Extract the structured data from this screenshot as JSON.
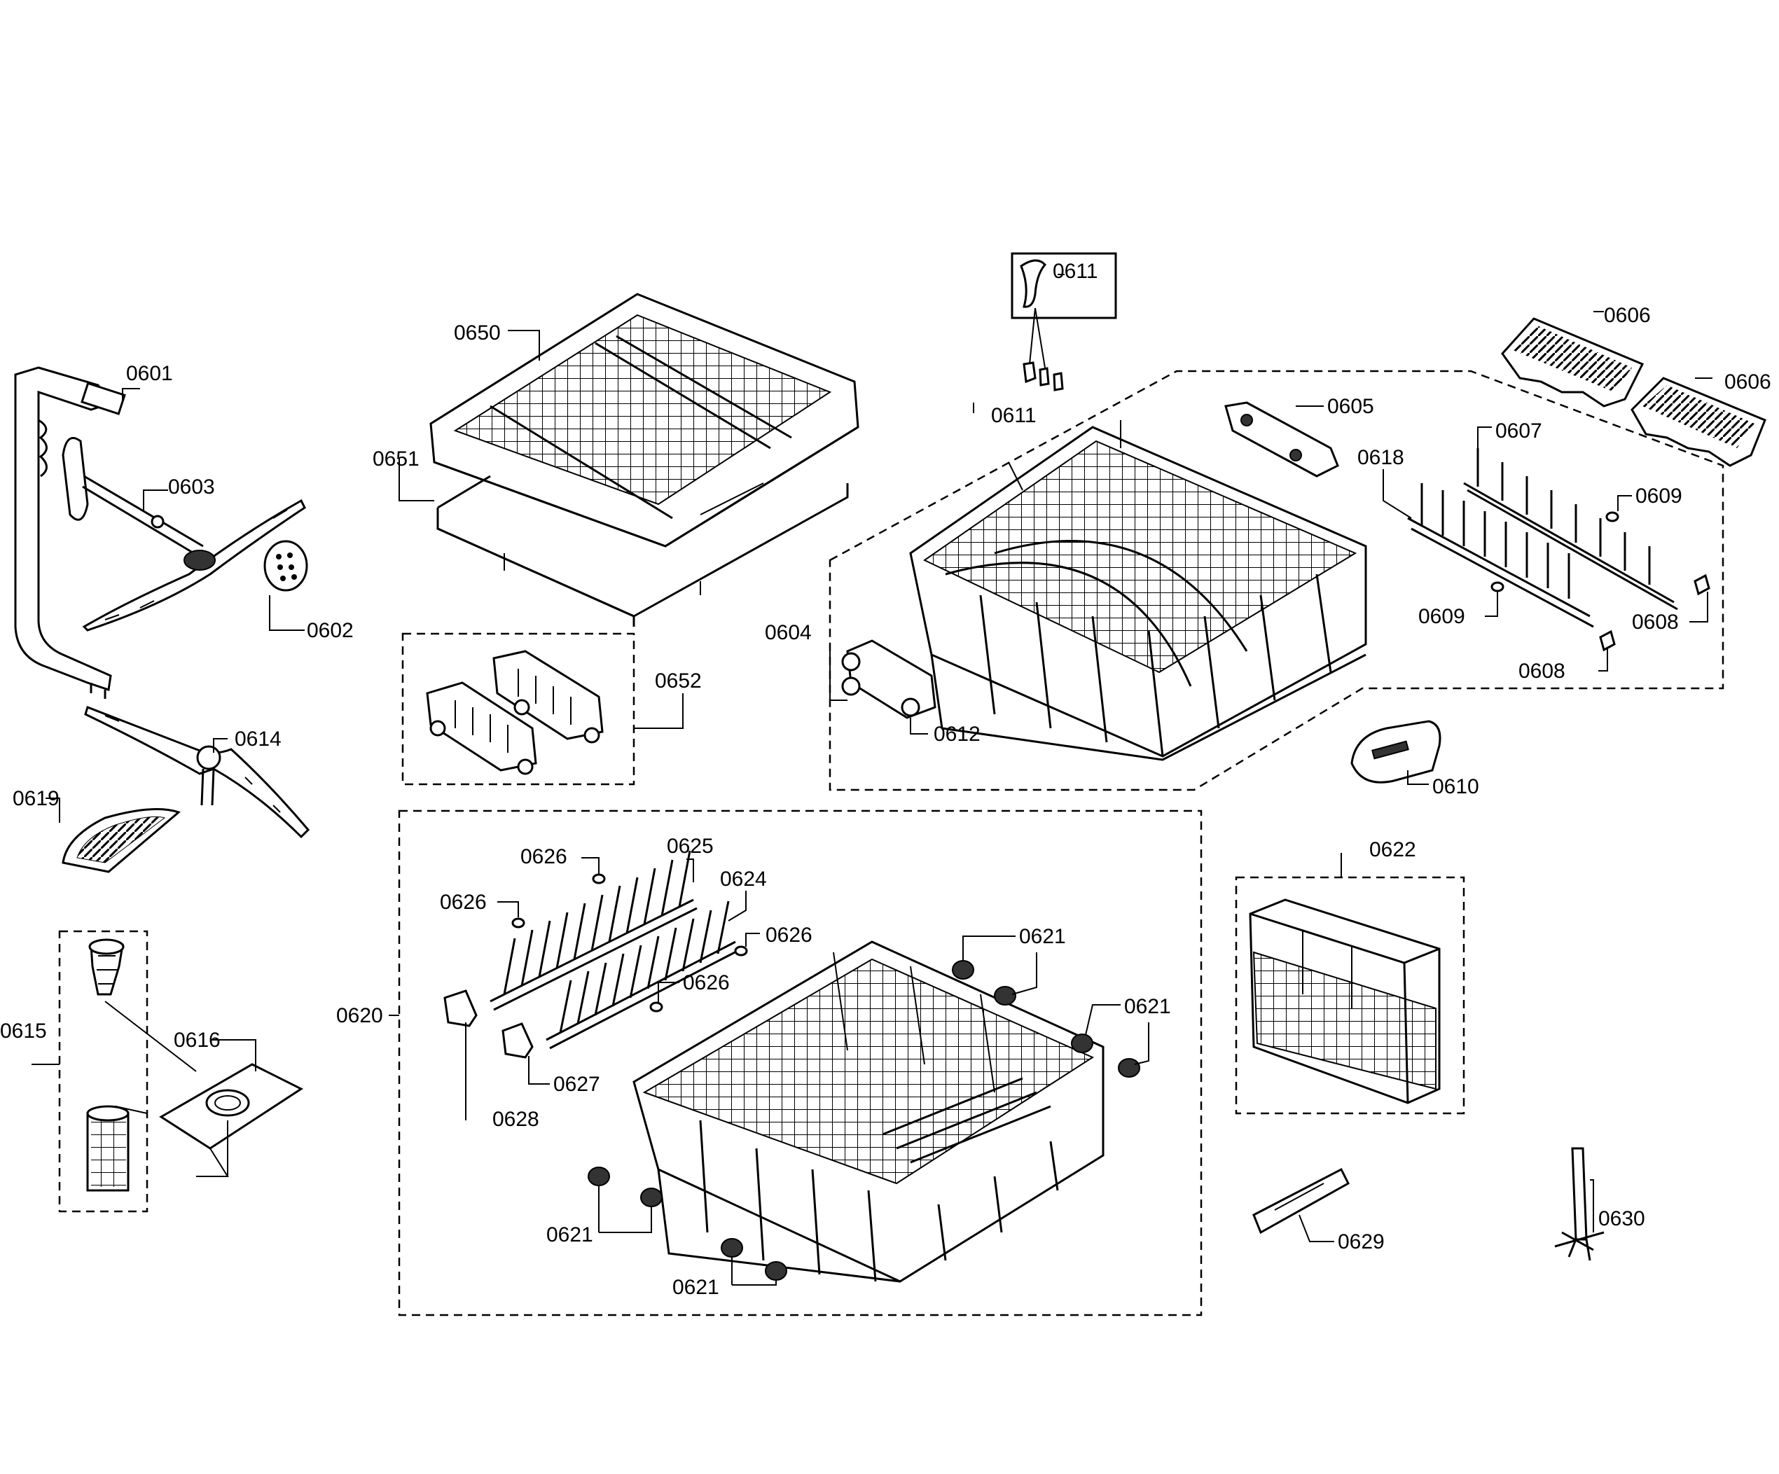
{
  "parts": [
    {
      "id": "p0601",
      "number": "0601"
    },
    {
      "id": "p0603",
      "number": "0603"
    },
    {
      "id": "p0602",
      "number": "0602"
    },
    {
      "id": "p0614",
      "number": "0614"
    },
    {
      "id": "p0619",
      "number": "0619"
    },
    {
      "id": "p0615",
      "number": "0615"
    },
    {
      "id": "p0616",
      "number": "0616"
    },
    {
      "id": "p0650",
      "number": "0650"
    },
    {
      "id": "p0651",
      "number": "0651"
    },
    {
      "id": "p0652",
      "number": "0652"
    },
    {
      "id": "p0611a",
      "number": "0611"
    },
    {
      "id": "p0611b",
      "number": "0611"
    },
    {
      "id": "p0605",
      "number": "0605"
    },
    {
      "id": "p0606a",
      "number": "0606"
    },
    {
      "id": "p0606b",
      "number": "0606"
    },
    {
      "id": "p0607",
      "number": "0607"
    },
    {
      "id": "p0618",
      "number": "0618"
    },
    {
      "id": "p0609a",
      "number": "0609"
    },
    {
      "id": "p0609b",
      "number": "0609"
    },
    {
      "id": "p0608a",
      "number": "0608"
    },
    {
      "id": "p0608b",
      "number": "0608"
    },
    {
      "id": "p0604",
      "number": "0604"
    },
    {
      "id": "p0612",
      "number": "0612"
    },
    {
      "id": "p0610",
      "number": "0610"
    },
    {
      "id": "p0622",
      "number": "0622"
    },
    {
      "id": "p0626a",
      "number": "0626"
    },
    {
      "id": "p0625",
      "number": "0625"
    },
    {
      "id": "p0624",
      "number": "0624"
    },
    {
      "id": "p0626b",
      "number": "0626"
    },
    {
      "id": "p0626c",
      "number": "0626"
    },
    {
      "id": "p0626d",
      "number": "0626"
    },
    {
      "id": "p0620",
      "number": "0620"
    },
    {
      "id": "p0627",
      "number": "0627"
    },
    {
      "id": "p0628",
      "number": "0628"
    },
    {
      "id": "p0621a",
      "number": "0621"
    },
    {
      "id": "p0621b",
      "number": "0621"
    },
    {
      "id": "p0621c",
      "number": "0621"
    },
    {
      "id": "p0621d",
      "number": "0621"
    },
    {
      "id": "p0629",
      "number": "0629"
    },
    {
      "id": "p0630",
      "number": "0630"
    }
  ]
}
